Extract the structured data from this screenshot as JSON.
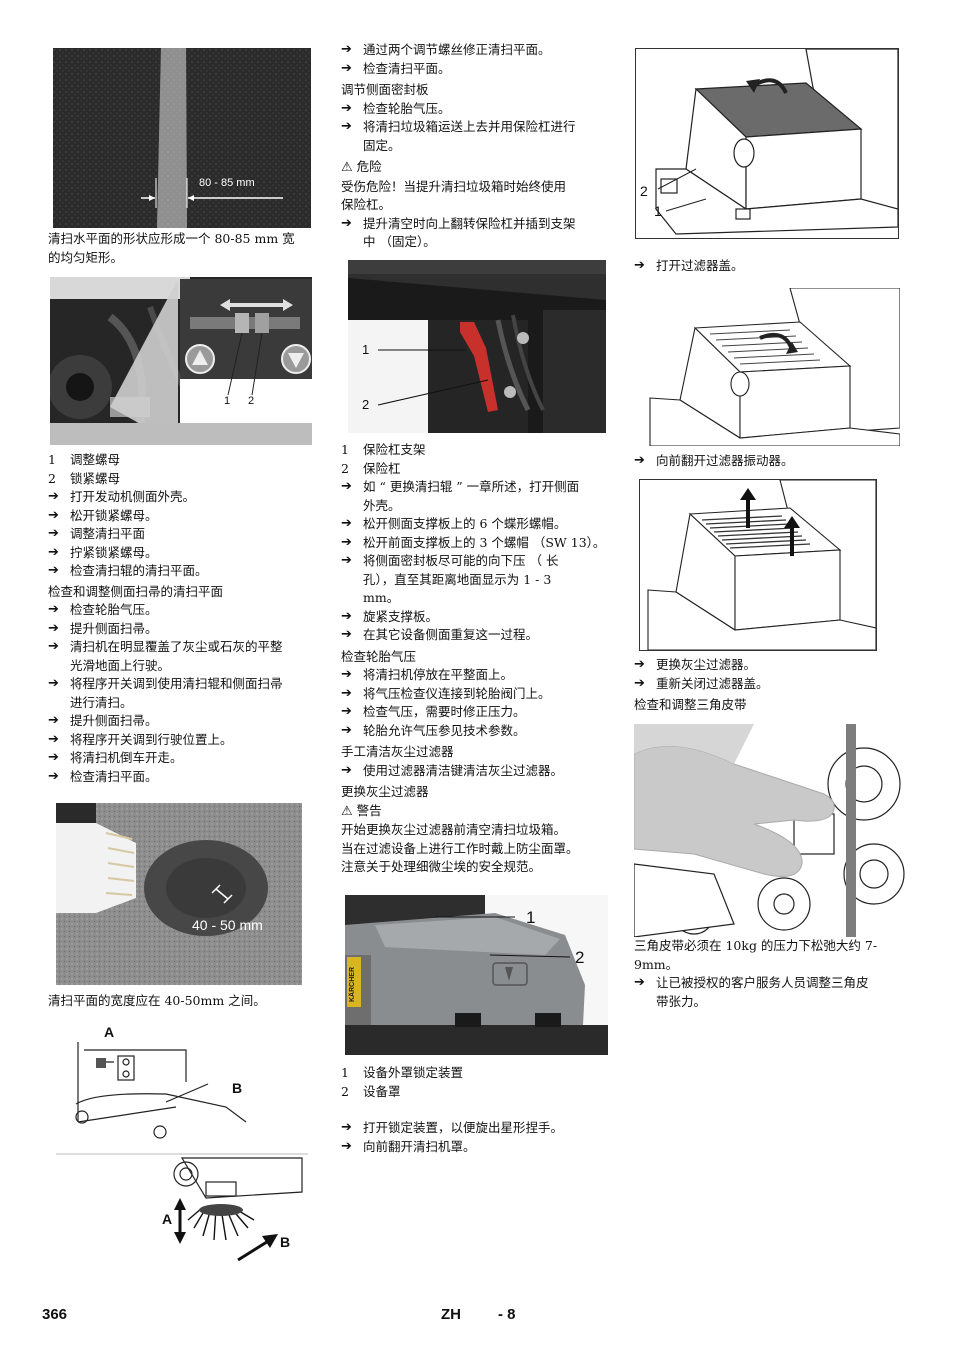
{
  "col1": {
    "fig1": {
      "label": "80 - 85 mm"
    },
    "fig1_caption": [
      "清扫水平面的形状应形成一个 80-85 mm 宽",
      "的均匀矩形。"
    ],
    "fig2": {
      "label1": "1",
      "label2": "2"
    },
    "legend": [
      {
        "n": "1",
        "text": "调整螺母"
      },
      {
        "n": "2",
        "text": "锁紧螺母"
      }
    ],
    "steps_a": [
      "打开发动机侧面外壳。",
      "松开锁紧螺母。",
      "调整清扫平面",
      "拧紧锁紧螺母。",
      "检查清扫辊的清扫平面。"
    ],
    "heading_side": "检查和调整侧面扫帚的清扫平面",
    "steps_b": [
      [
        "检查轮胎气压。"
      ],
      [
        "提升侧面扫帚。"
      ],
      [
        "清扫机在明显覆盖了灰尘或石灰的平整",
        "光滑地面上行驶。"
      ],
      [
        "将程序开关调到使用清扫辊和侧面扫帚",
        "进行清扫。"
      ],
      [
        "提升侧面扫帚。"
      ],
      [
        "将程序开关调到行驶位置上。"
      ],
      [
        "将清扫机倒车开走。"
      ],
      [
        "检查清扫平面。"
      ]
    ],
    "fig3": {
      "label": "40 - 50 mm"
    },
    "fig3_caption": "清扫平面的宽度应在 40-50mm 之间。",
    "fig4": {
      "label_a_top": "A",
      "label_b_top": "B",
      "label_a_bottom": "A",
      "label_b_bottom": "B"
    }
  },
  "col2": {
    "steps_a": [
      "通过两个调节螺丝修正清扫平面。",
      "检查清扫平面。"
    ],
    "heading_seal": "调节侧面密封板",
    "steps_b": [
      [
        "检查轮胎气压。"
      ],
      [
        "将清扫垃圾箱运送上去并用保险杠进行",
        "固定。"
      ]
    ],
    "danger_title": "危险",
    "danger_text": [
      "受伤危险！当提升清扫垃圾箱时始终使用",
      "保险杠。"
    ],
    "steps_c": [
      [
        "提升清空时向上翻转保险杠并插到支架",
        "中 （固定）。"
      ]
    ],
    "fig5": {
      "label1": "1",
      "label2": "2"
    },
    "legend": [
      {
        "n": "1",
        "text": "保险杠支架"
      },
      {
        "n": "2",
        "text": "保险杠"
      }
    ],
    "steps_d": [
      [
        "如 “ 更换清扫辊 ” 一章所述，打开侧面",
        "外壳。"
      ],
      [
        "松开侧面支撑板上的 6 个蝶形螺帽。"
      ],
      [
        "松开前面支撑板上的 3 个螺帽 （SW 13）。"
      ],
      [
        "将侧面密封板尽可能的向下压 （ 长",
        "孔），直至其距离地面显示为 1 - 3",
        "mm。"
      ],
      [
        "旋紧支撑板。"
      ],
      [
        "在其它设备侧面重复这一过程。"
      ]
    ],
    "heading_tire": "检查轮胎气压",
    "steps_e": [
      [
        "将清扫机停放在平整面上。"
      ],
      [
        "将气压检查仪连接到轮胎阀门上。"
      ],
      [
        "检查气压，需要时修正压力。"
      ],
      [
        "轮胎允许气压参见技术参数。"
      ]
    ],
    "heading_manual": "手工清洁灰尘过滤器",
    "steps_f": [
      [
        "使用过滤器清洁键清洁灰尘过滤器。"
      ]
    ],
    "heading_replace": "更换灰尘过滤器",
    "warning_title": "警告",
    "warning_text": [
      "开始更换灰尘过滤器前清空清扫垃圾箱。",
      "当在过滤设备上进行工作时戴上防尘面罩。",
      "注意关于处理细微尘埃的安全规范。"
    ],
    "fig6": {
      "label1": "1",
      "label2": "2",
      "brand": "KÄRCHER"
    },
    "legend2": [
      {
        "n": "1",
        "text": "设备外罩锁定装置"
      },
      {
        "n": "2",
        "text": "设备罩"
      }
    ],
    "steps_g": [
      "打开锁定装置，以便旋出星形捏手。",
      "向前翻开清扫机罩。"
    ]
  },
  "col3": {
    "fig7": {
      "label2": "2",
      "label1": "1"
    },
    "step_a": "打开过滤器盖。",
    "step_b": "向前翻开过滤器振动器。",
    "steps_c": [
      "更换灰尘过滤器。",
      "重新关闭过滤器盖。"
    ],
    "heading_belt": "检查和调整三角皮带",
    "belt_caption": [
      "三角皮带必须在 10kg 的压力下松弛大约 7-",
      "9mm。"
    ],
    "steps_d": [
      [
        "让已被授权的客户服务人员调整三角皮",
        "带张力。"
      ]
    ]
  },
  "footer": {
    "page": "366",
    "lang": "ZH",
    "sub": "- 8"
  }
}
